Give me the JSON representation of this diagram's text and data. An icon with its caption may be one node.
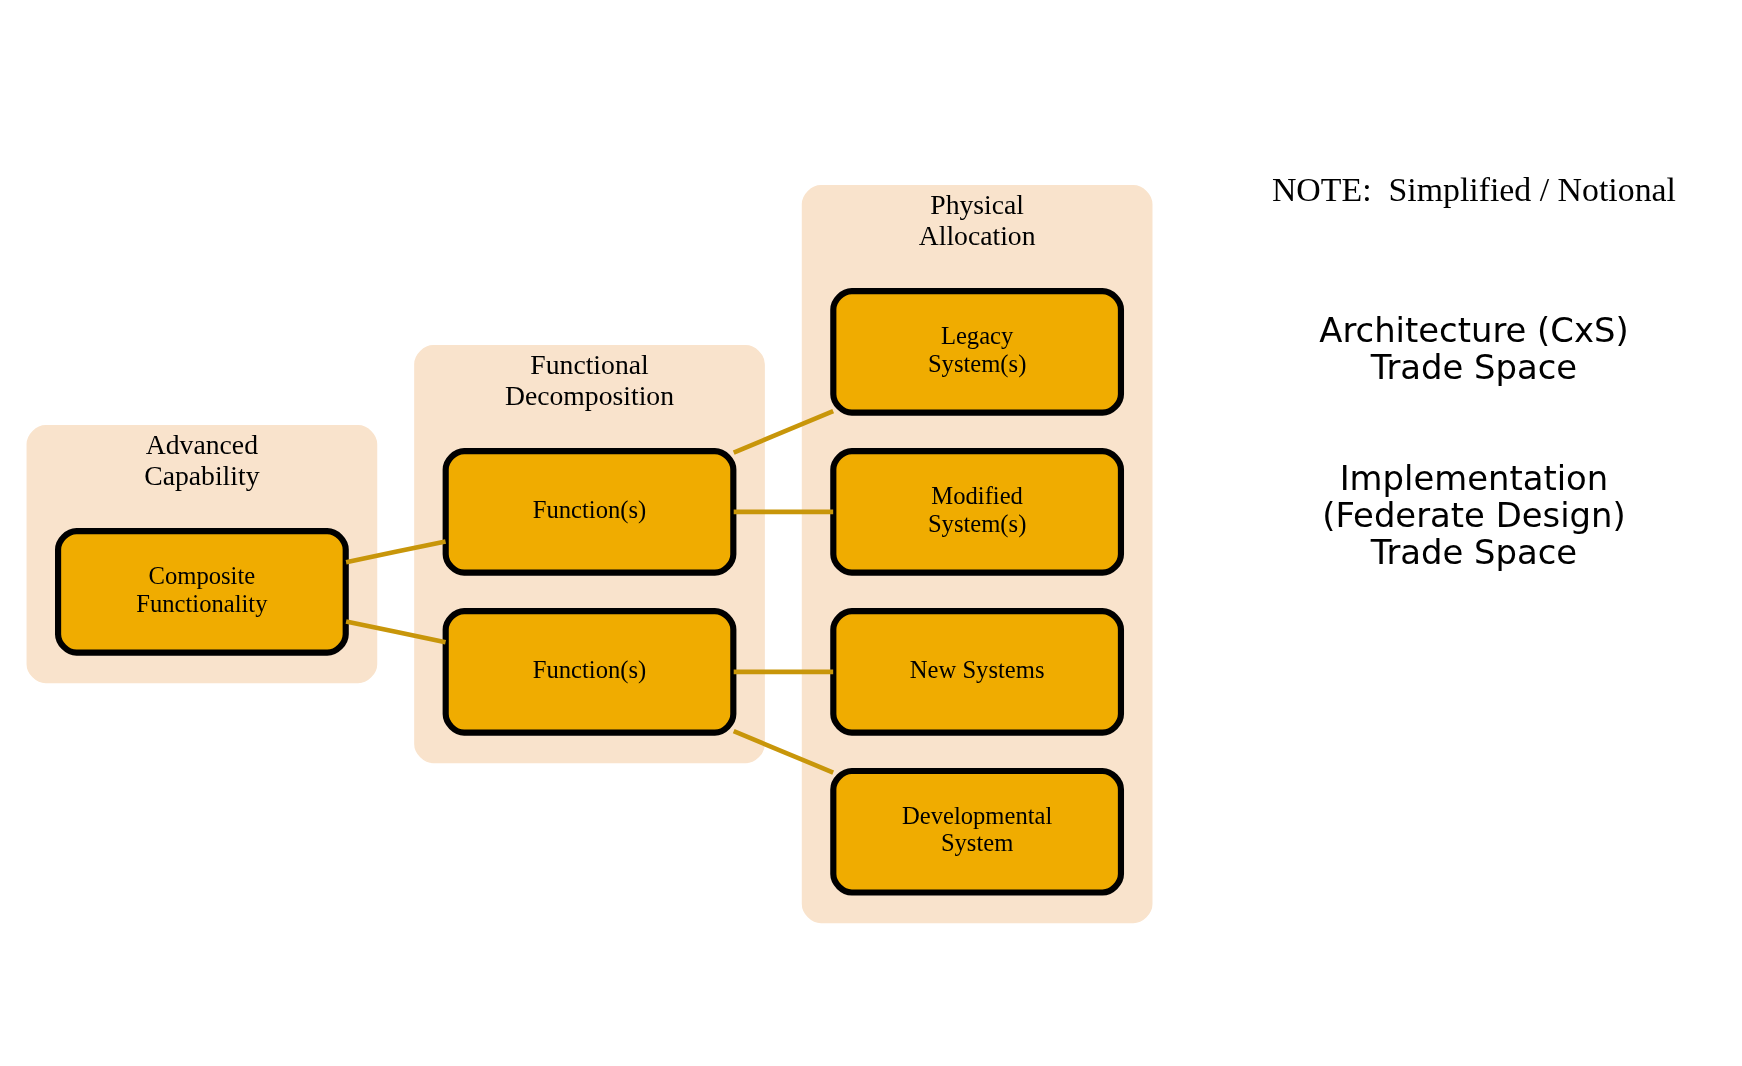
{
  "diagram": {
    "nodes": [
      {
        "text": [
          "Advanced Capability"
        ]
      },
      {
        "text": [
          "Composite Functionality"
        ],
        "in": 0
      },
      {
        "text": [
          "Functional Decomposition"
        ]
      },
      {
        "text": [
          "Function(s)"
        ],
        "in": 2
      },
      {
        "text": [
          "Function(s)"
        ],
        "in": 2
      },
      {
        "text": [
          "Physical Allocation"
        ]
      },
      {
        "text": [
          "Legacy System(s)"
        ],
        "in": 5
      },
      {
        "text": [
          "Modified System(s)"
        ],
        "in": 5
      },
      {
        "text": [
          "New Systems"
        ],
        "in": 5
      },
      {
        "text": [
          "Developmental System"
        ],
        "in": 5
      }
    ],
    "edges": [
      {
        "from": 1,
        "to": 3,
        "arrow": "none"
      },
      {
        "from": 1,
        "to": 4,
        "arrow": "none"
      },
      {
        "from": 3,
        "to": 6,
        "arrow": "none"
      },
      {
        "from": 3,
        "to": 7,
        "arrow": "none"
      },
      {
        "from": 4,
        "to": 8,
        "arrow": "none"
      },
      {
        "from": 4,
        "to": 9,
        "arrow": "none"
      }
    ],
    "labels": [
      "NOTE:  Simplified / Notional",
      "Implementation (Federate Design) Trade Space",
      "Architecture (CxS) Trade Space"
    ]
  }
}
